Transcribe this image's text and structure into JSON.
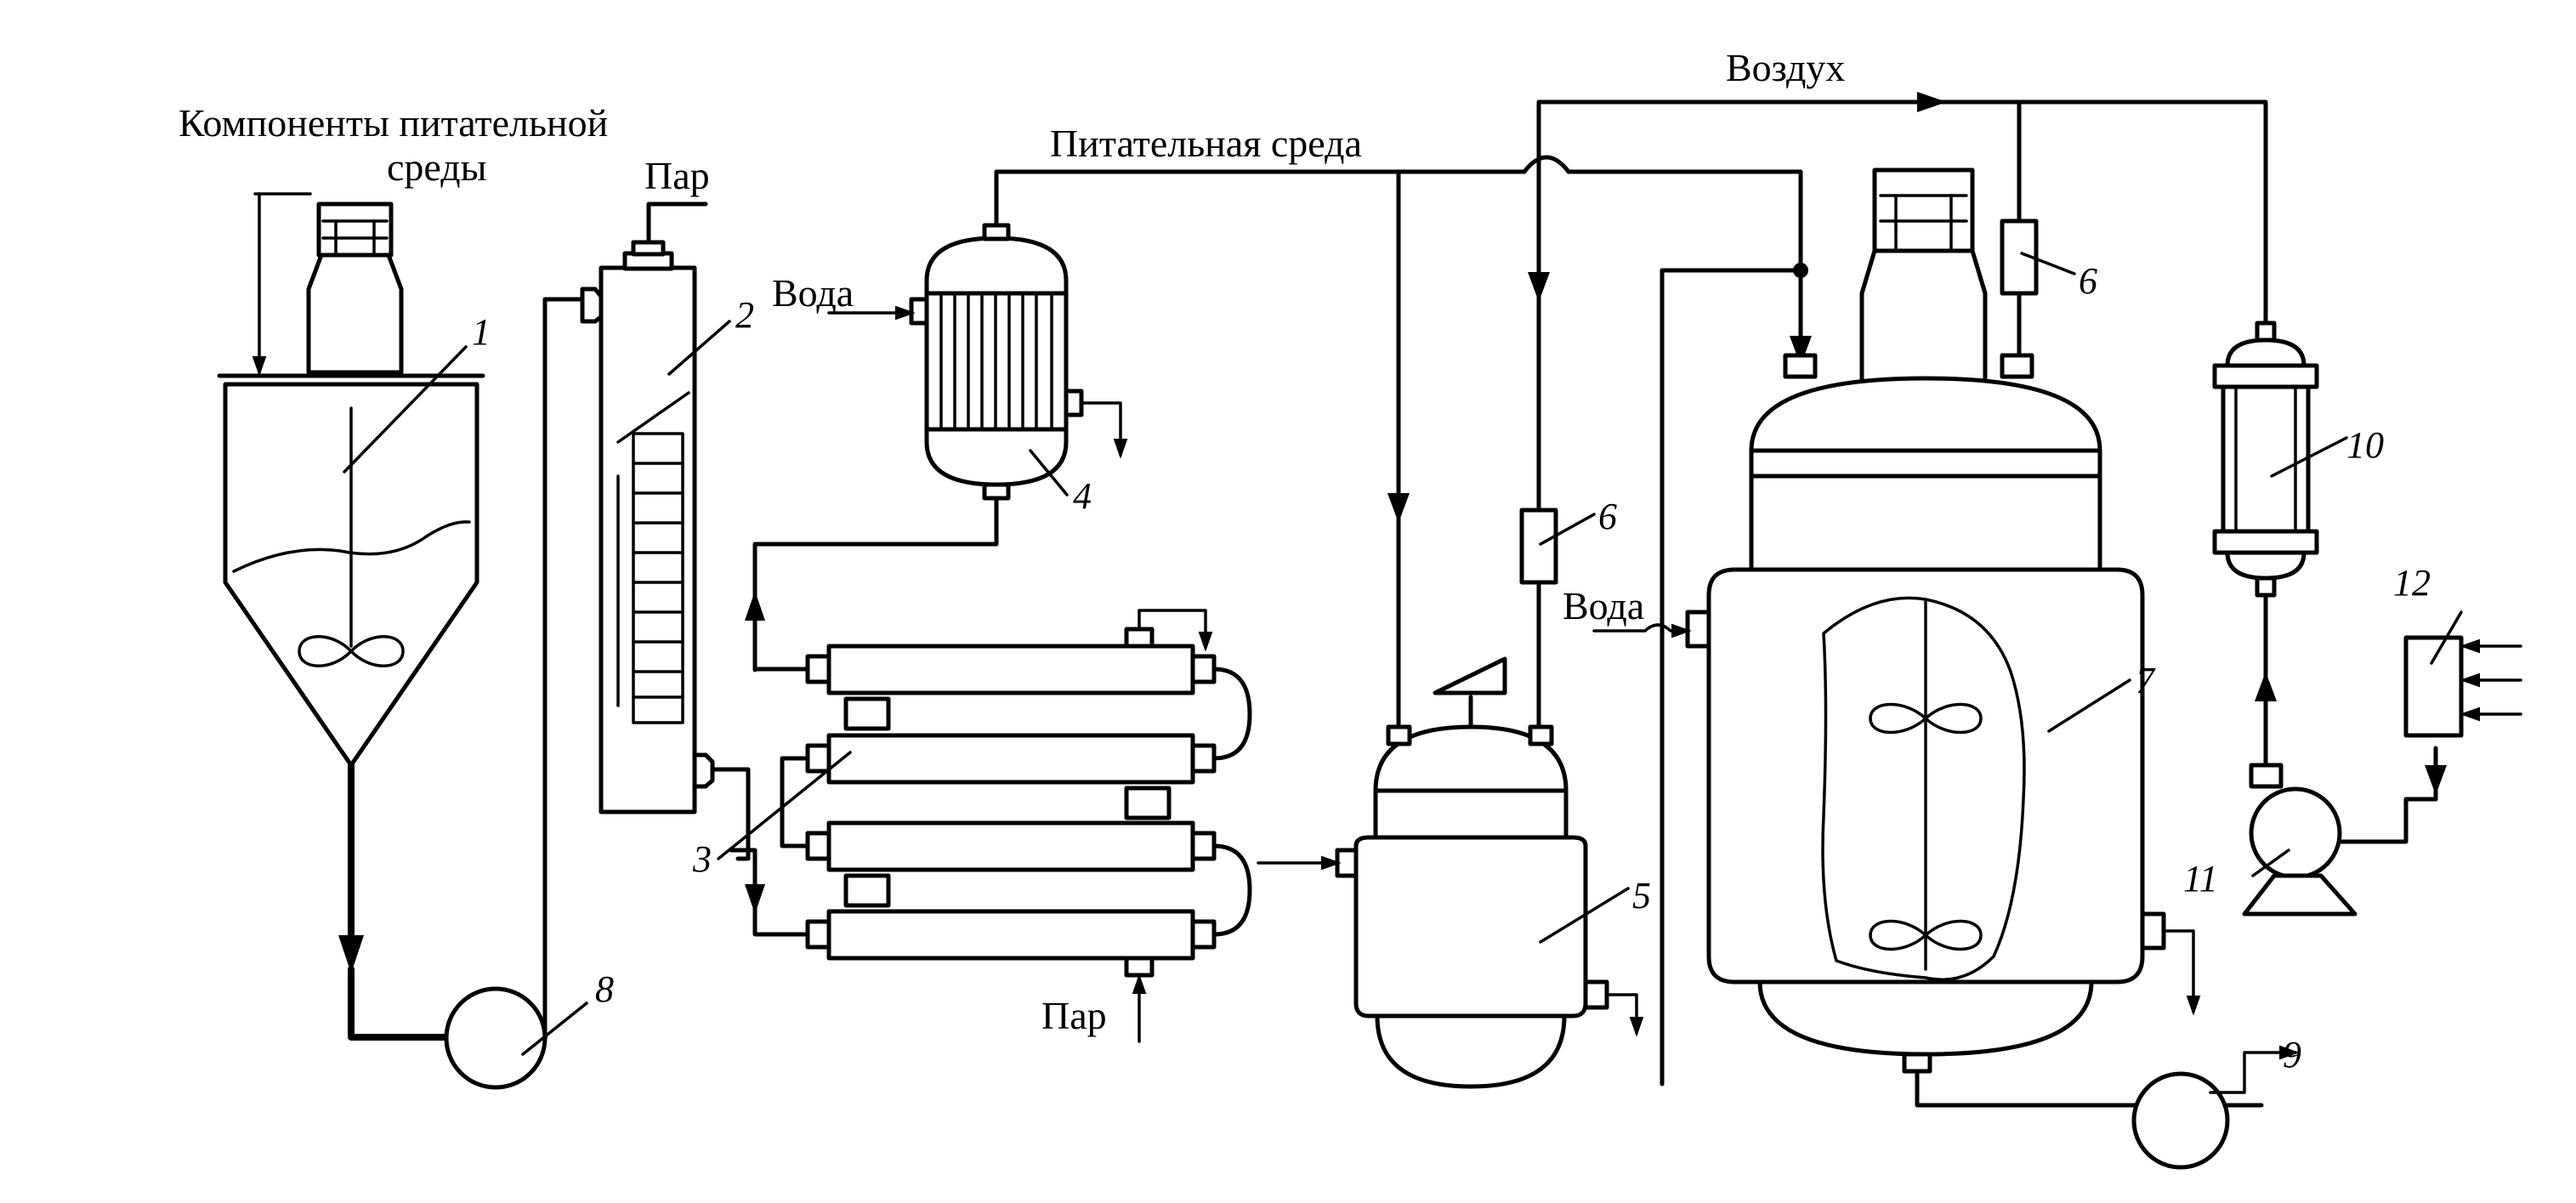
{
  "labels": {
    "feed_components_line1": "Компоненты питательной",
    "feed_components_line2": "среды",
    "steam_top": "Пар",
    "steam_bottom": "Пар",
    "water_cooler": "Вода",
    "water_vessel": "Вода",
    "nutrient_medium": "Питательная среда",
    "air": "Воздух"
  },
  "numbers": {
    "n1": "1",
    "n2": "2",
    "n3": "3",
    "n4": "4",
    "n5": "5",
    "n6a": "6",
    "n6b": "6",
    "n7": "7",
    "n8": "8",
    "n9": "9",
    "n10": "10",
    "n11": "11",
    "n12": "12"
  }
}
